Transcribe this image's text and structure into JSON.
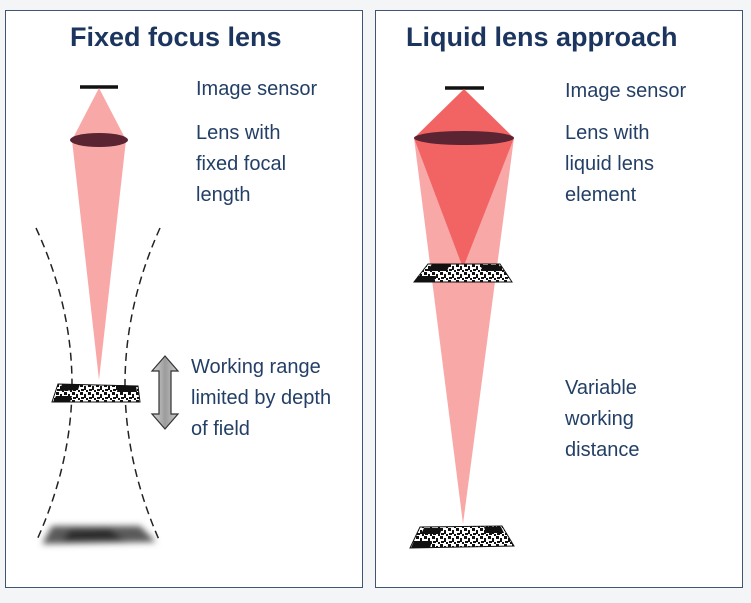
{
  "left_panel": {
    "title": "Fixed focus lens",
    "sensor_label": "Image sensor",
    "lens_label": [
      "Lens with",
      "fixed focal",
      "length"
    ],
    "range_label": [
      "Working range",
      "limited by depth",
      "of field"
    ]
  },
  "right_panel": {
    "title": "Liquid lens approach",
    "sensor_label": "Image sensor",
    "lens_label": [
      "Lens with",
      "liquid lens",
      "element"
    ],
    "distance_label": [
      "Variable",
      "working",
      "distance"
    ]
  },
  "colors": {
    "panel_border": "#3e5573",
    "title": "#1c355e",
    "text": "#233f66",
    "beam_light": "#f9a8a8",
    "beam_dark": "#f26464",
    "lens_fill": "#5a2432"
  }
}
